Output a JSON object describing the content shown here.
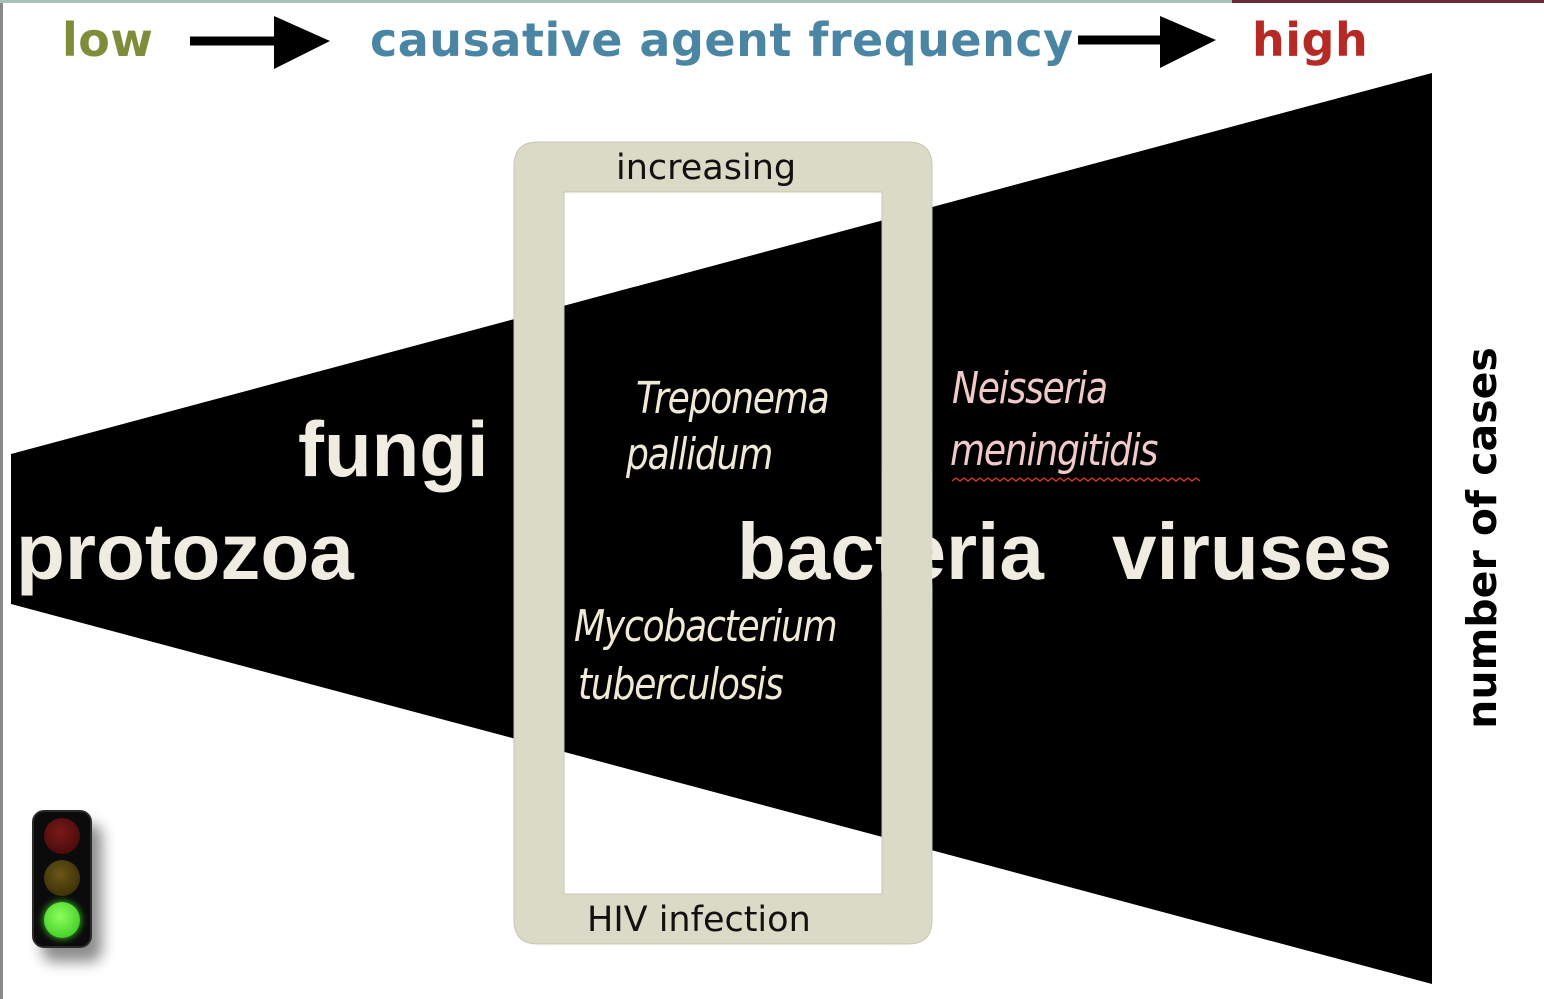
{
  "header": {
    "low": "low",
    "title": "causative agent frequency",
    "high": "high",
    "low_color": "#7f8c3a",
    "title_color": "#4a86a3",
    "high_color": "#b52a24"
  },
  "axis_label": "number of cases",
  "agents": {
    "protozoa": "protozoa",
    "fungi": "fungi",
    "bacteria": "bacteria",
    "viruses": "viruses"
  },
  "species": {
    "treponema_line1": "Treponema",
    "treponema_line2": "pallidum",
    "mycobacterium_line1": "Mycobacterium",
    "mycobacterium_line2": "tuberculosis",
    "neisseria_line1": "Neisseria",
    "neisseria_line2": "meningitidis"
  },
  "frame": {
    "top_text": "increasing",
    "bottom_text": "HIV infection",
    "color": "#dbdac6"
  },
  "traffic_light": {
    "red": "#5a0e0e",
    "amber": "#4a3a0c",
    "green": "#47d92b"
  }
}
